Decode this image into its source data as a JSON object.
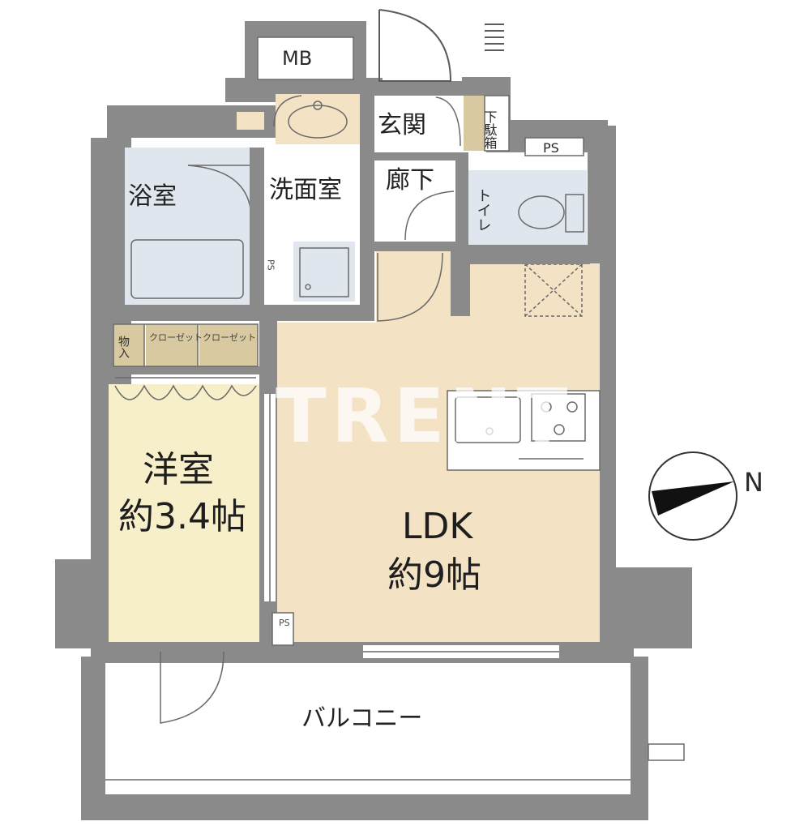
{
  "rooms": {
    "mb": "MB",
    "entrance": "玄関",
    "shoe_box": "下駄箱",
    "ps_top": "PS",
    "bathroom": "浴室",
    "washroom": "洗面室",
    "hallway": "廊下",
    "toilet": "トイレ",
    "storage": "物入",
    "closet_1": "クローゼット",
    "closet_2": "クローゼット",
    "western_room": "洋室",
    "western_room_size": "約3.4帖",
    "ldk": "LDK",
    "ldk_size": "約9帖",
    "ps_mid": "PS",
    "ps_bottom": "PS",
    "balcony": "バルコニー"
  },
  "compass": {
    "north_label": "N"
  },
  "watermark": "TRENT"
}
